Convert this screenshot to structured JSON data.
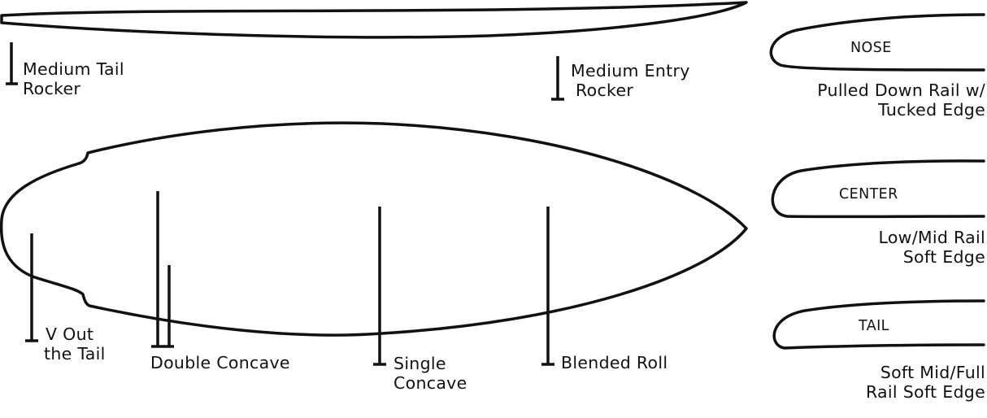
{
  "profile": {
    "tail_rocker_label": [
      "Medium Tail",
      "Rocker"
    ],
    "entry_rocker_label": [
      "Medium Entry",
      "Rocker"
    ]
  },
  "bottom_contours": {
    "labels": [
      [
        "V Out",
        "the Tail"
      ],
      [
        "Double Concave"
      ],
      [
        "Single",
        "Concave"
      ],
      [
        "Blended Roll"
      ]
    ]
  },
  "rails": [
    {
      "section": "NOSE",
      "description": [
        "Pulled Down Rail w/",
        "Tucked Edge"
      ]
    },
    {
      "section": "CENTER",
      "description": [
        "Low/Mid Rail",
        "Soft Edge"
      ]
    },
    {
      "section": "TAIL",
      "description": [
        "Soft Mid/Full",
        "Rail Soft Edge"
      ]
    }
  ],
  "colors": {
    "line": "#111111",
    "background": "#ffffff"
  }
}
